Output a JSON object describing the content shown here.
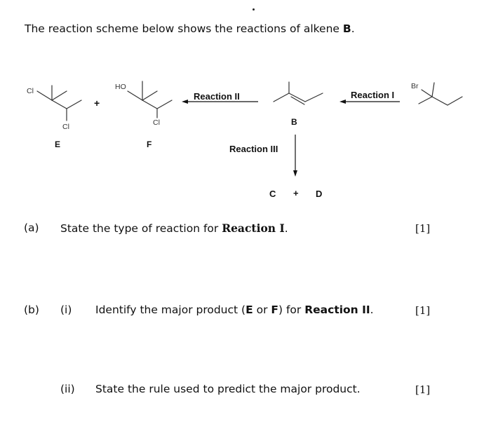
{
  "intro": {
    "text": "The reaction scheme below shows the reactions of alkene ",
    "compound": "B",
    "end": "."
  },
  "scheme": {
    "atoms": {
      "cl_e1": "Cl",
      "cl_e2": "Cl",
      "ho_f": "HO",
      "cl_f": "Cl",
      "br": "Br"
    },
    "plus_ef": "+",
    "labels": {
      "e": "E",
      "f": "F",
      "b": "B"
    },
    "reaction_1": "Reaction I",
    "reaction_2": "Reaction II",
    "reaction_3": "Reaction III",
    "products": {
      "c": "C",
      "plus": "+",
      "d": "D"
    }
  },
  "questions": {
    "a": {
      "num": "(a)",
      "text": "State the type of reaction for ",
      "bold": "Reaction I",
      "end": ".",
      "marks": "[1]"
    },
    "b_i": {
      "num": "(b)",
      "sub": "(i)",
      "t1": "Identify the major product (",
      "e": "E",
      "t2": " or ",
      "f": "F",
      "t3": ") for ",
      "bold": "Reaction II",
      "end": ".",
      "marks": "[1]"
    },
    "b_ii": {
      "sub": "(ii)",
      "text": "State the rule used to predict the major product.",
      "marks": "[1]"
    }
  }
}
